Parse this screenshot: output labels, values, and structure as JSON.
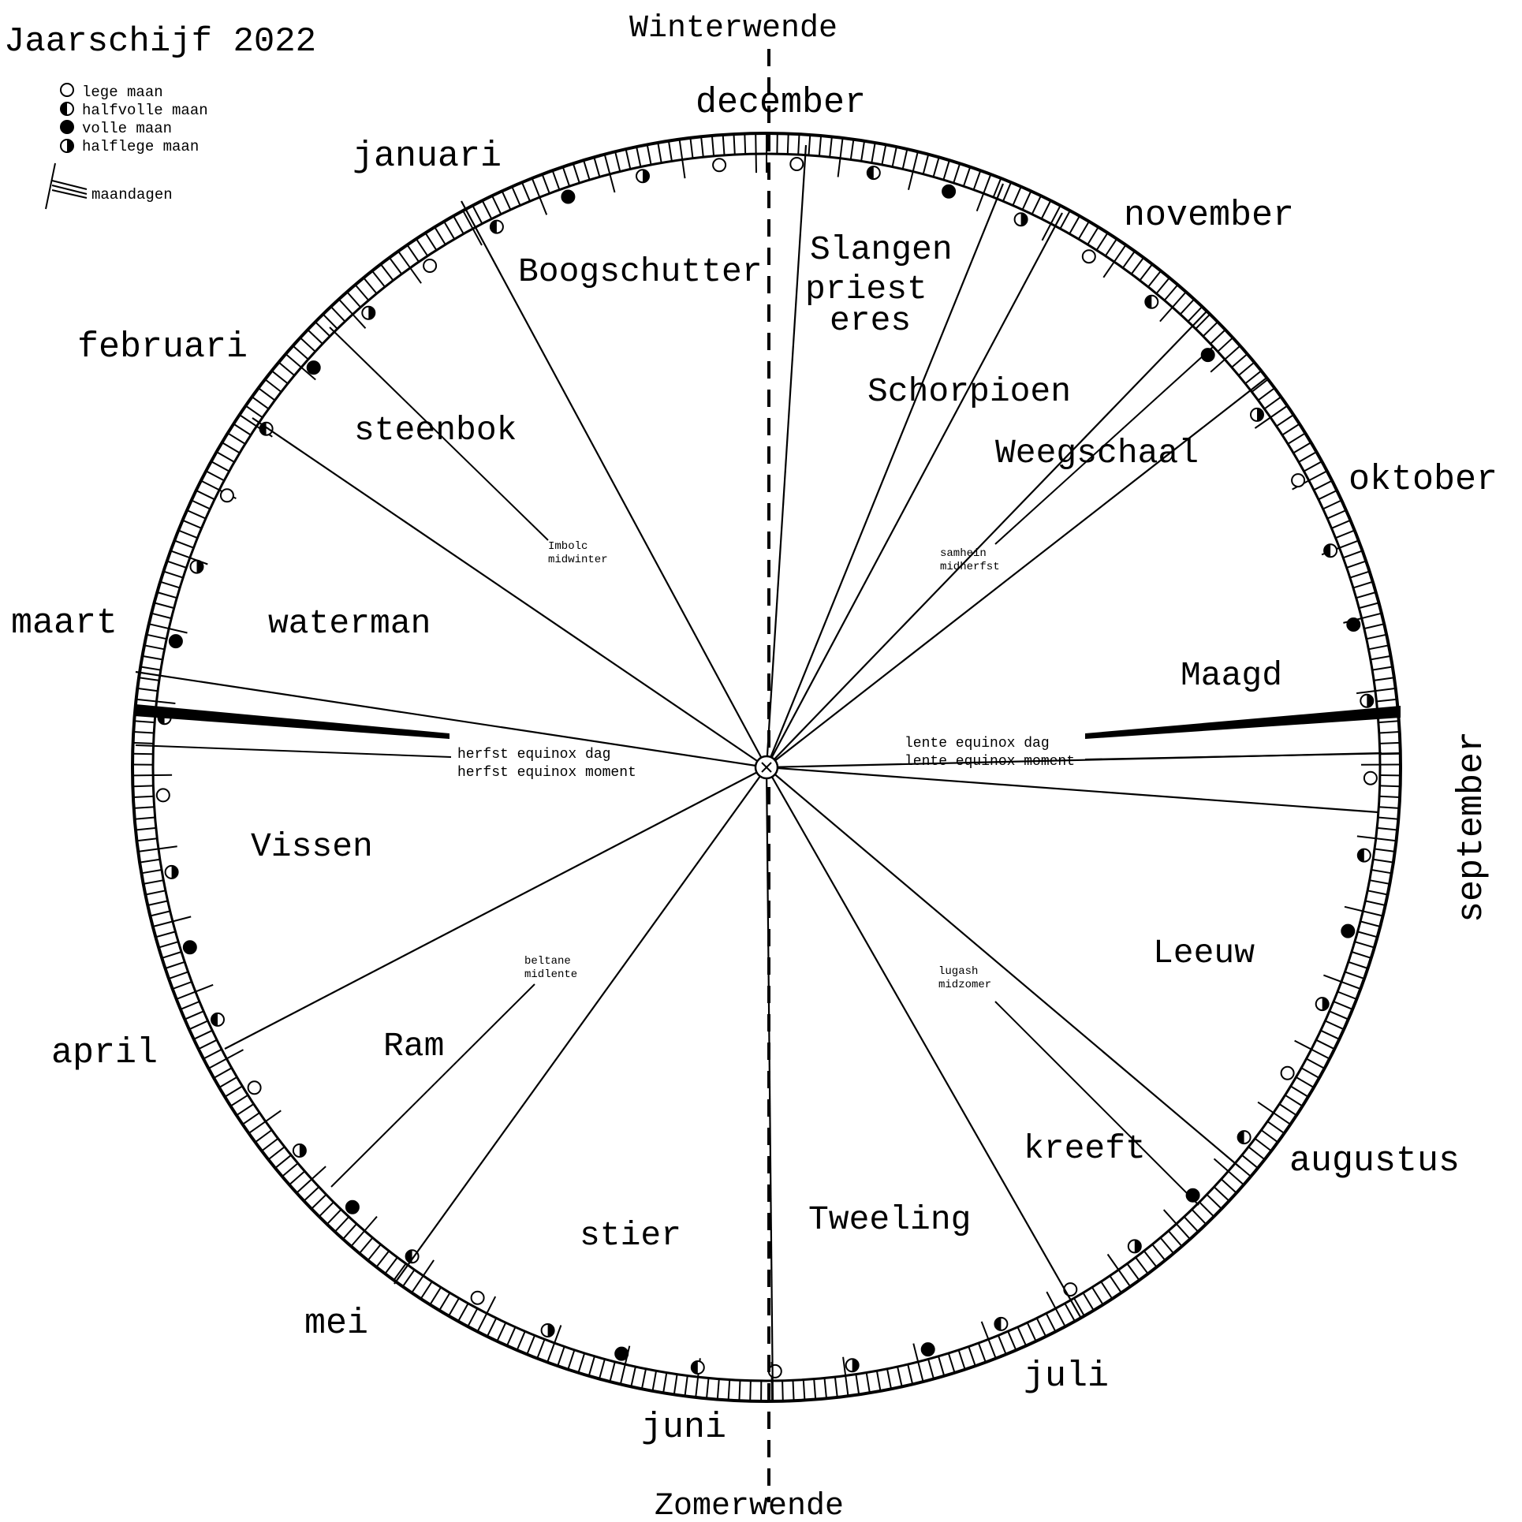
{
  "title": "Jaarschijf 2022",
  "legend": {
    "items": [
      {
        "symbol": "new",
        "label": "lege maan"
      },
      {
        "symbol": "first",
        "label": "halfvolle maan"
      },
      {
        "symbol": "full",
        "label": "volle maan"
      },
      {
        "symbol": "last",
        "label": "halflege maan"
      }
    ],
    "mondays_label": "maandagen"
  },
  "solstices": {
    "top": "Winterwende",
    "bottom": "Zomerwende"
  },
  "months": [
    "december",
    "januari",
    "februari",
    "maart",
    "april",
    "mei",
    "juni",
    "juli",
    "augustus",
    "september",
    "oktober",
    "november"
  ],
  "zodiac": [
    "Boogschutter",
    "Slangen",
    "priest",
    "eres",
    "Schorpioen",
    "Weegschaal",
    "steenbok",
    "waterman",
    "Maagd",
    "Vissen",
    "Leeuw",
    "Ram",
    "kreeft",
    "stier",
    "Tweeling"
  ],
  "festivals": [
    {
      "name": "Imbolc",
      "sub": "midwinter"
    },
    {
      "name": "samhein",
      "sub": "midherfst"
    },
    {
      "name": "beltane",
      "sub": "midlente"
    },
    {
      "name": "lugash",
      "sub": "midzomer"
    }
  ],
  "equinox": {
    "left": [
      "herfst equinox dag",
      "herfst equinox moment"
    ],
    "right": [
      "lente equinox dag",
      "lente equinox moment"
    ]
  },
  "colors": {
    "ink": "#000000",
    "paper": "#ffffff"
  }
}
